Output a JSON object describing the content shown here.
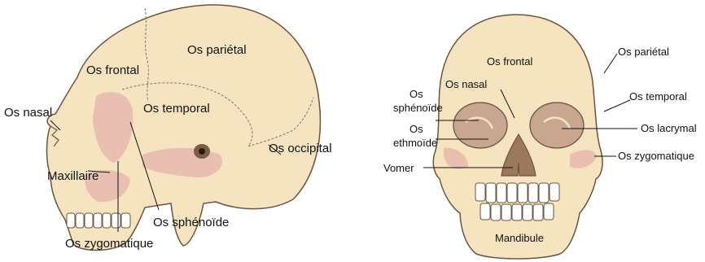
{
  "lateral_view": {
    "labels": {
      "parietal": "Os pariétal",
      "frontal": "Os frontal",
      "temporal": "Os temporal",
      "nasal": "Os nasal",
      "occipital": "Os occipital",
      "maxillaire": "Maxillaire",
      "sphenoide": "Os sphénoïde",
      "zygomatique": "Os zygomatique"
    }
  },
  "frontal_view": {
    "labels": {
      "frontal": "Os frontal",
      "parietal": "Os pariétal",
      "nasal": "Os nasal",
      "sphenoide_1": "Os",
      "sphenoide_2": "sphénoïde",
      "temporal": "Os temporal",
      "ethmoide_1": "Os",
      "ethmoide_2": "ethmoïde",
      "lacrymal": "Os lacrymal",
      "zygomatique": "Os zygomatique",
      "vomer": "Vomer",
      "mandibule": "Mandibule"
    }
  },
  "colors": {
    "bone": "#f6e3bf",
    "bone_outline": "#6b5440",
    "shade": "#e9bfb1",
    "orbit": "#c9a68f",
    "text": "#111111"
  }
}
